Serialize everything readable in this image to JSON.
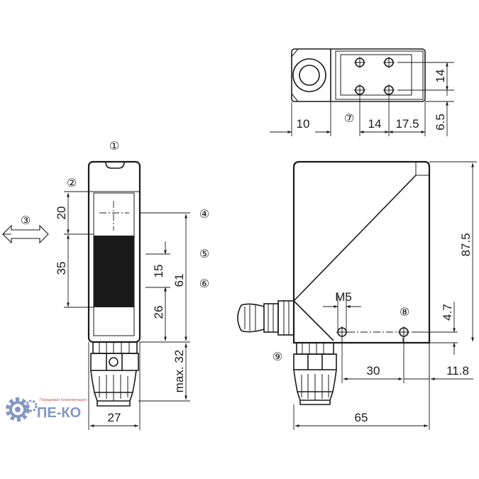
{
  "dimensions": {
    "front_top_height": "20",
    "front_window_height": "35",
    "front_mid_height": "15",
    "front_lower_height": "26",
    "front_total_height": "61",
    "front_connector_length": "max. 32",
    "front_width": "27",
    "top_connector_offset": "10",
    "top_hole_spacing_h": "14",
    "top_hole_edge_offset": "17.5",
    "top_hole_spacing_v": "14",
    "top_edge_offset": "6.5",
    "side_height": "87.5",
    "side_thread": "M5",
    "side_hole_height": "4.7",
    "side_hole_spacing": "30",
    "side_hole_edge": "11.8",
    "side_length": "65"
  },
  "callouts": [
    "①",
    "②",
    "③",
    "④",
    "⑤",
    "⑥",
    "⑦",
    "⑧",
    "⑨"
  ],
  "logo": {
    "text": "ПЕ-КО",
    "tagline": "Передовая Комплектация",
    "colors": {
      "gear": "#6f86b8",
      "tagline": "#c0392b"
    }
  },
  "colors": {
    "line": "#1a1a1a",
    "window": "#1a1a1a",
    "background": "#ffffff"
  }
}
